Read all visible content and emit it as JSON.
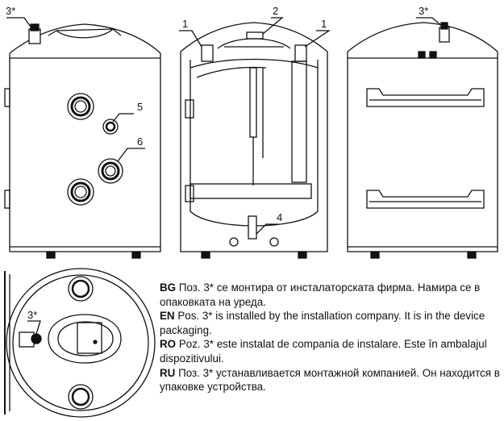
{
  "callouts": {
    "left_top": "3*",
    "center_left": "1",
    "center_mid": "2",
    "center_right": "1",
    "right_top": "3*",
    "pos5": "5",
    "pos6": "6",
    "pos4": "4",
    "bottom_view": "3*"
  },
  "notes": [
    {
      "lang": "BG",
      "text": "Поз. 3* се монтира от инсталаторската фирма. Намира се в опаковката на уреда."
    },
    {
      "lang": "EN",
      "text": "Pos. 3* is installed by the installation company. It is in the device packaging."
    },
    {
      "lang": "RO",
      "text": "Poz. 3* este instalat de compania de instalare. Este în ambalajul dispozitivului."
    },
    {
      "lang": "RU",
      "text": "Поз. 3* устанавливается монтажной компанией. Он находится в упаковке устройства."
    }
  ]
}
